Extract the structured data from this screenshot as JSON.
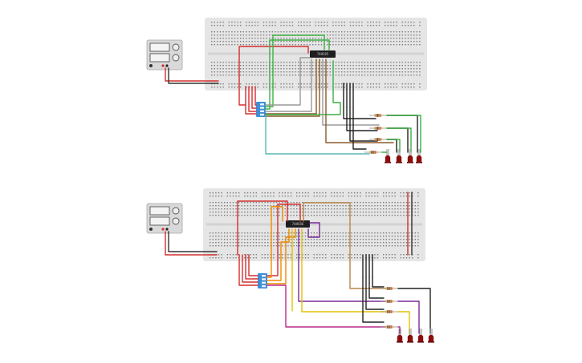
{
  "circuits": [
    {
      "id": "circuit-top",
      "chip_label": "74HC85",
      "power_supply": {
        "name": "power-supply-top"
      },
      "dip_switch": {
        "name": "dip-switch-top",
        "positions": 4
      },
      "leds": {
        "count": 4,
        "color": "#8b0d0d"
      }
    },
    {
      "id": "circuit-bottom",
      "chip_label": "74HC86",
      "power_supply": {
        "name": "power-supply-bottom"
      },
      "dip_switch": {
        "name": "dip-switch-bottom",
        "positions": 4
      },
      "leds": {
        "count": 4,
        "color": "#8b0d0d"
      }
    }
  ],
  "colors": {
    "breadboard": "#e5e5e5",
    "hole": "#7b7b7b",
    "rail_red": "#d32f2f",
    "rail_dark": "#444444",
    "wire_red": "#d32f2f",
    "wire_green": "#3cb043",
    "wire_brown": "#8a5a2b",
    "wire_black": "#222222",
    "wire_gray": "#9a9a9a",
    "wire_teal": "#56b9b9",
    "wire_orange": "#f08a00",
    "wire_yellow": "#e6c100",
    "wire_purple": "#7b2a9a",
    "wire_magenta": "#b82a8a",
    "wire_tan": "#b8864a",
    "dip_switch": "#3d8fd6",
    "chip": "#1e1e1e",
    "led": "#8b0d0d",
    "psu_body": "#d9d9d9"
  }
}
